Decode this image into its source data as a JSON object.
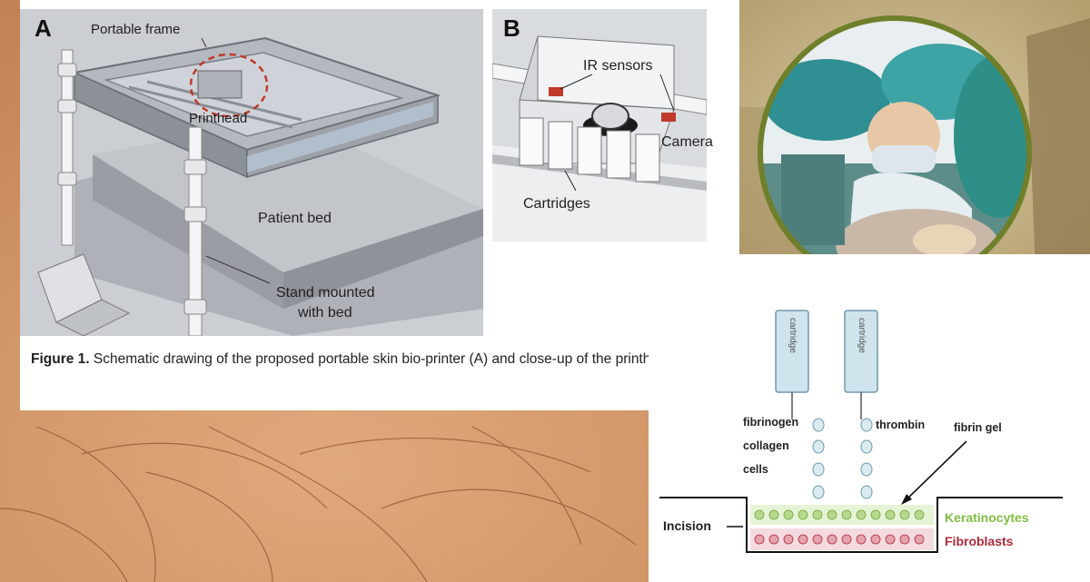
{
  "figure": {
    "panel_a_letter": "A",
    "panel_b_letter": "B",
    "labels_a": {
      "portable_frame": "Portable frame",
      "printhead": "Printhead",
      "patient_bed": "Patient bed",
      "stand_line1": "Stand mounted",
      "stand_line2": "with bed"
    },
    "labels_b": {
      "ir_sensors": "IR sensors",
      "camera": "Camera",
      "cartridges": "Cartridges"
    },
    "caption_bold": "Figure 1.",
    "caption_text": " Schematic drawing of the proposed portable skin bio-printer (A) and close-up of the printhead (B)."
  },
  "diagram": {
    "cartridge_left": "cartridge",
    "cartridge_right": "cartridge",
    "fibrinogen": "fibrinogen",
    "collagen": "collagen",
    "cells": "cells",
    "thrombin": "thrombin",
    "fibrin_gel": "fibrin gel",
    "incision": "Incision",
    "keratinocytes": "Keratinocytes",
    "fibroblasts": "Fibroblasts",
    "colors": {
      "keratinocytes": "#7fbf3f",
      "fibroblasts": "#b02a3a",
      "cartridge": "#cfe4ec"
    }
  },
  "photo": {
    "subject": "surgeons-in-operating-room"
  }
}
